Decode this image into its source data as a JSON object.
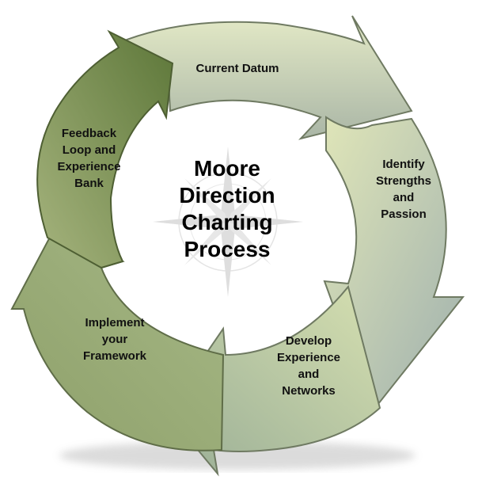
{
  "center_title": [
    "Moore",
    "Direction",
    "Charting",
    "Process"
  ],
  "steps": [
    {
      "id": "current-datum",
      "lines": [
        "Current Datum"
      ]
    },
    {
      "id": "identify-strengths",
      "lines": [
        "Identify",
        "Strengths",
        "and",
        "Passion"
      ]
    },
    {
      "id": "develop-experience",
      "lines": [
        "Develop",
        "Experience",
        "and",
        "Networks"
      ]
    },
    {
      "id": "implement-framework",
      "lines": [
        "Implement",
        "your",
        "Framework"
      ]
    },
    {
      "id": "feedback-loop",
      "lines": [
        "Feedback",
        "Loop and",
        "Experience",
        "Bank"
      ]
    }
  ],
  "colors": {
    "arrow_light": "#dfe6bf",
    "arrow_mid": "#a9b88a",
    "arrow_dark": "#6d8446",
    "arrow_blue_gray": "#a8b7b8",
    "outline": "#5c6a45",
    "shadow": "#cfcfcf",
    "compass": "#c9c9c9",
    "text": "#111111"
  },
  "icons": [
    "compass-rose-icon"
  ]
}
